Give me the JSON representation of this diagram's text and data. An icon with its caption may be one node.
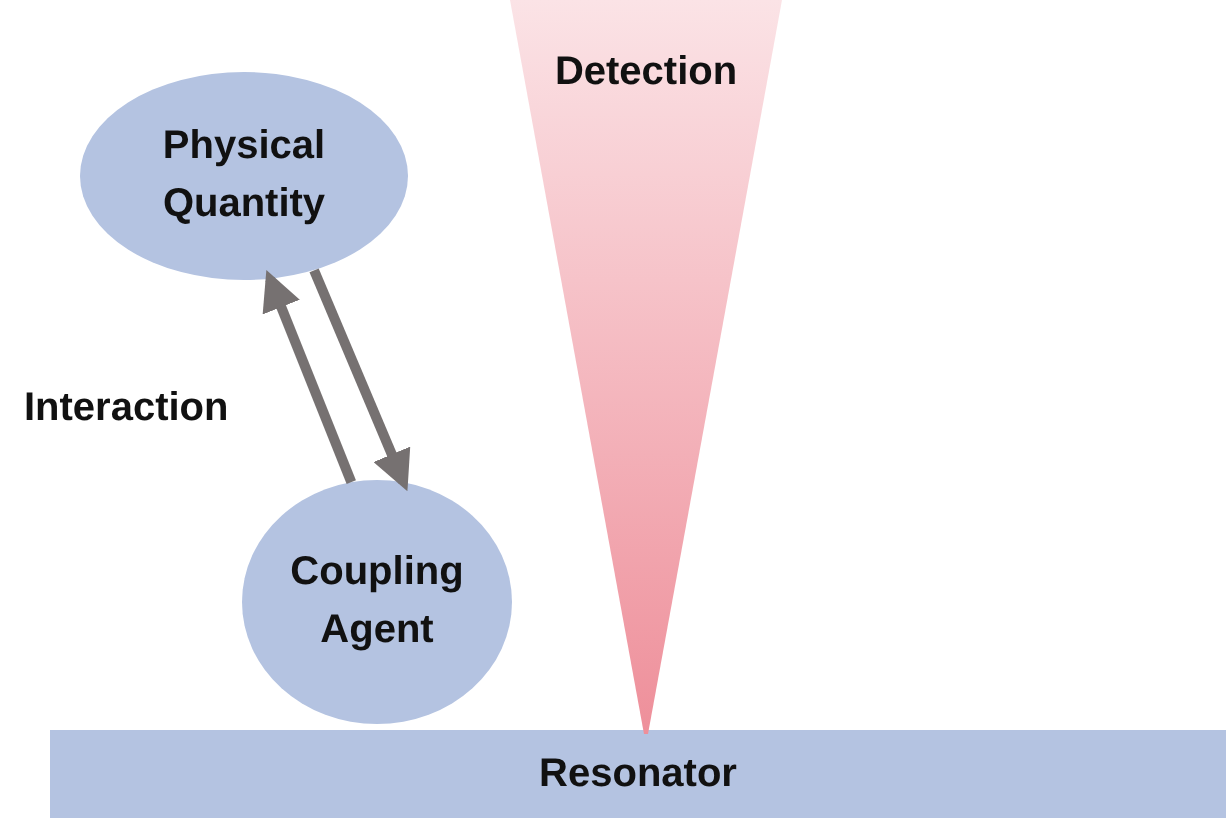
{
  "diagram": {
    "nodes": [
      {
        "text": [
          "Physical Quantity"
        ]
      },
      {
        "text": [
          "Coupling Agent"
        ]
      },
      {
        "text": [
          "Resonator"
        ]
      },
      {
        "text": [
          "Detection"
        ]
      }
    ],
    "edges": [
      {
        "from": 1,
        "to": 0,
        "arrow": "to"
      },
      {
        "from": 0,
        "to": 1,
        "arrow": "to"
      }
    ],
    "labels": [
      "Interaction"
    ]
  }
}
